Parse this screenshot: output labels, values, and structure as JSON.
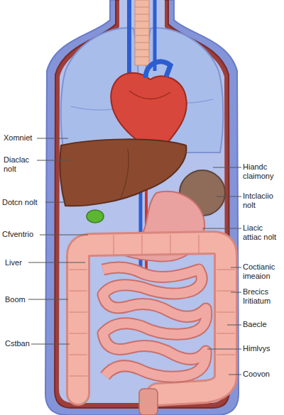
{
  "diagram": {
    "labels": [
      "Xomniet",
      "Diaclac nolt",
      "Dotcn nolt",
      "Cfventrio",
      "Liver",
      "Boom",
      "Cstban",
      "Hiandc claimony",
      "Intclaciio nolt",
      "Liacic attiac nolt",
      "Coctianic imeaion",
      "Brecics Iritiatum",
      "Baecle",
      "Himlvys",
      "Coovon"
    ]
  }
}
